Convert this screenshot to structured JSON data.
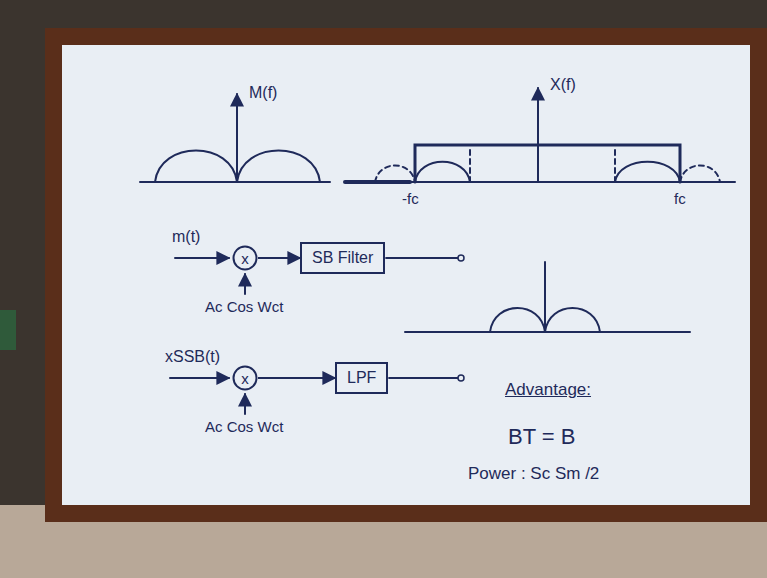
{
  "diagram": {
    "nodes": [
      {
        "text": [
          "x"
        ]
      },
      {
        "text": [
          "SB Filter"
        ]
      },
      {
        "text": [
          "x"
        ]
      },
      {
        "text": [
          "LPF"
        ]
      }
    ],
    "edges": [
      {
        "from": 0,
        "to": 1,
        "arrow": "to"
      },
      {
        "from": 2,
        "to": 3,
        "arrow": "to"
      }
    ],
    "labels": [
      "M(f)",
      "X(f)",
      "-fc",
      "fc",
      "m(t)",
      "Ac Cos Wct",
      "xSSB(t)",
      "Ac Cos Wct",
      "Advantage:",
      "BT = B",
      "Power : Sc Sm /2"
    ]
  }
}
